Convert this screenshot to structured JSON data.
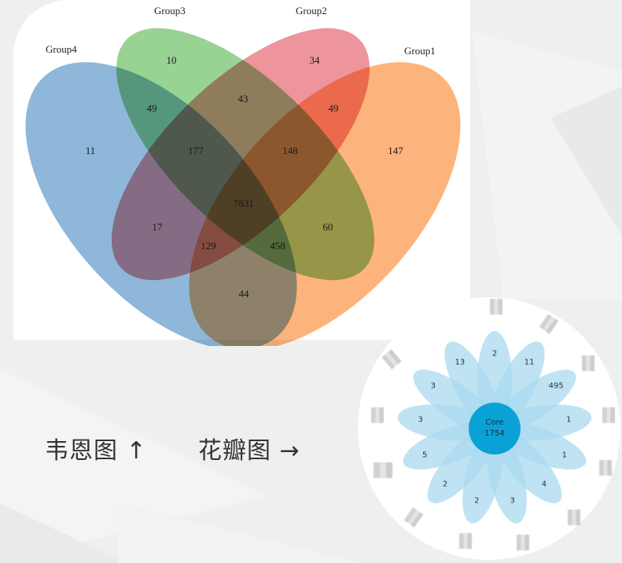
{
  "venn": {
    "groups": [
      {
        "id": "group1",
        "label": "Group1",
        "color": "#fdb47c"
      },
      {
        "id": "group2",
        "label": "Group2",
        "color": "#e57f86"
      },
      {
        "id": "group3",
        "label": "Group3",
        "color": "#7ec07a"
      },
      {
        "id": "group4",
        "label": "Group4",
        "color": "#8fb7d9"
      }
    ],
    "regions": [
      {
        "sets": "Group4 only",
        "value": "11"
      },
      {
        "sets": "Group3 only",
        "value": "10"
      },
      {
        "sets": "Group2 only",
        "value": "34"
      },
      {
        "sets": "Group1 only",
        "value": "147"
      },
      {
        "sets": "Group3∩Group4",
        "value": "49"
      },
      {
        "sets": "Group2∩Group3",
        "value": "43"
      },
      {
        "sets": "Group1∩Group2",
        "value": "49"
      },
      {
        "sets": "Group2∩Group3∩Group4",
        "value": "177"
      },
      {
        "sets": "Group1∩Group2∩Group3",
        "value": "148"
      },
      {
        "sets": "All four",
        "value": "7831"
      },
      {
        "sets": "Group2∩Group4",
        "value": "17"
      },
      {
        "sets": "Group1∩Group3",
        "value": "60"
      },
      {
        "sets": "Group1∩Group2∩Group4",
        "value": "129"
      },
      {
        "sets": "Group1∩Group3∩Group4",
        "value": "458"
      },
      {
        "sets": "Group1∩Group4",
        "value": "44"
      }
    ]
  },
  "captions": {
    "venn": "韦恩图 ↑",
    "flower": "花瓣图 →"
  },
  "flower": {
    "core_label": "Core",
    "core_value": "1754",
    "core_color": "#0aa2d6",
    "petal_color": "#a9d9ef",
    "petals": [
      "2",
      "11",
      "495",
      "1",
      "1",
      "4",
      "3",
      "2",
      "2",
      "5",
      "3",
      "3",
      "13"
    ]
  },
  "chart_data": [
    {
      "type": "venn",
      "title": "韦恩图",
      "sets": [
        "Group1",
        "Group2",
        "Group3",
        "Group4"
      ],
      "colors": {
        "Group1": "#fdb47c",
        "Group2": "#e57f86",
        "Group3": "#7ec07a",
        "Group4": "#8fb7d9"
      },
      "regions": {
        "Group1": 147,
        "Group2": 34,
        "Group3": 10,
        "Group4": 11,
        "Group1&Group2": 49,
        "Group1&Group3": 60,
        "Group1&Group4": 44,
        "Group2&Group3": 43,
        "Group2&Group4": 17,
        "Group3&Group4": 49,
        "Group1&Group2&Group3": 148,
        "Group1&Group2&Group4": 129,
        "Group1&Group3&Group4": 458,
        "Group2&Group3&Group4": 177,
        "Group1&Group2&Group3&Group4": 7831
      }
    },
    {
      "type": "flower",
      "title": "花瓣图",
      "core": {
        "label": "Core",
        "value": 1754
      },
      "petals_clockwise_from_top": [
        2,
        11,
        495,
        1,
        1,
        4,
        3,
        2,
        2,
        5,
        3,
        3,
        13
      ]
    }
  ]
}
